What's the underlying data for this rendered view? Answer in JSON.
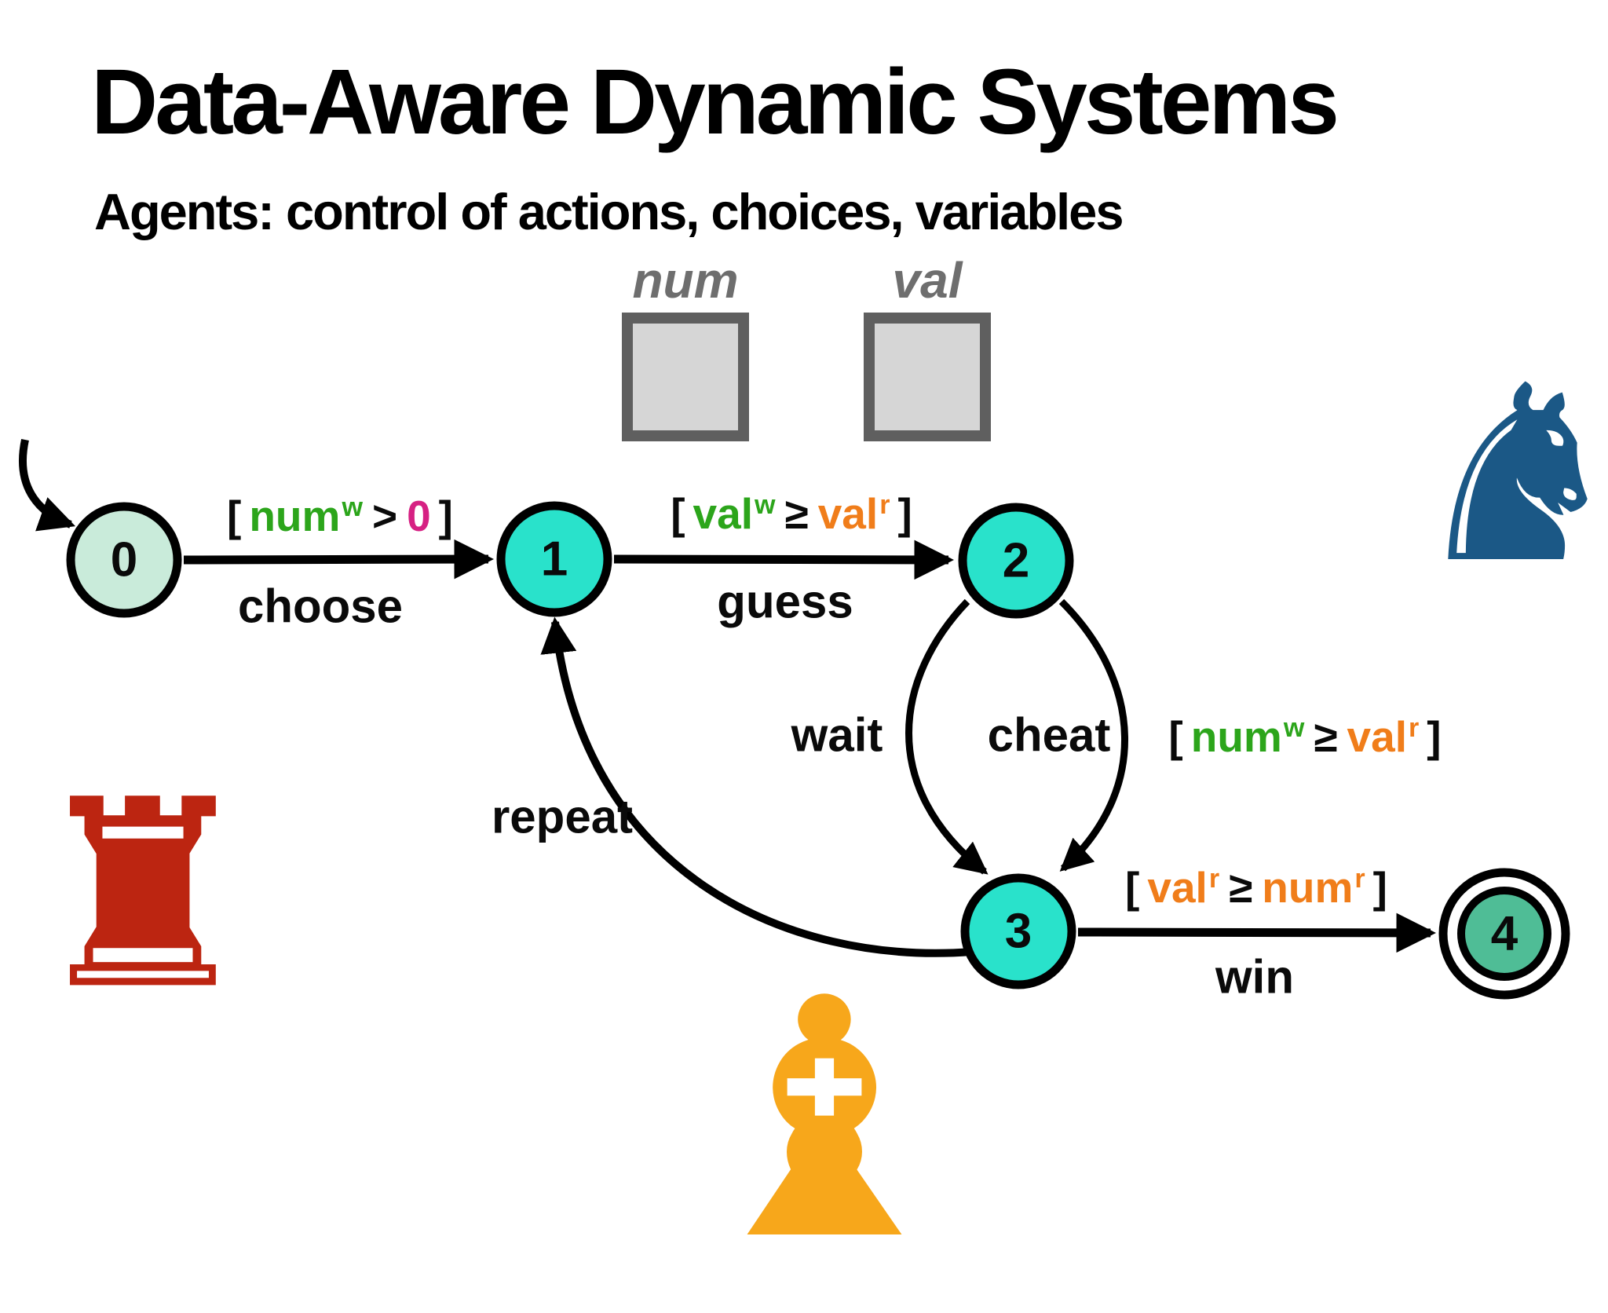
{
  "title": "Data-Aware Dynamic Systems",
  "subtitle": "Agents: control of actions, choices, variables",
  "variables": {
    "num": {
      "label": "num"
    },
    "val": {
      "label": "val"
    }
  },
  "states": {
    "s0": {
      "label": "0"
    },
    "s1": {
      "label": "1"
    },
    "s2": {
      "label": "2"
    },
    "s3": {
      "label": "3"
    },
    "s4": {
      "label": "4"
    }
  },
  "transitions": {
    "choose": {
      "action": "choose",
      "guard": {
        "open": "[",
        "lhs": "num",
        "lhs_sup": "w",
        "op": ">",
        "rhs": "0",
        "rhs_sup": "",
        "close": "]"
      }
    },
    "guess": {
      "action": "guess",
      "guard": {
        "open": "[",
        "lhs": "val",
        "lhs_sup": "w",
        "op": "≥",
        "rhs": "val",
        "rhs_sup": "r",
        "close": "]"
      }
    },
    "wait": {
      "action": "wait"
    },
    "cheat": {
      "action": "cheat",
      "guard": {
        "open": "[",
        "lhs": "num",
        "lhs_sup": "w",
        "op": "≥",
        "rhs": "val",
        "rhs_sup": "r",
        "close": "]"
      }
    },
    "repeat": {
      "action": "repeat"
    },
    "win": {
      "action": "win",
      "guard": {
        "open": "[",
        "lhs": "val",
        "lhs_sup": "r",
        "op": "≥",
        "rhs": "num",
        "rhs_sup": "r",
        "close": "]"
      }
    }
  },
  "chess_pieces": {
    "knight": {
      "glyph": "♞",
      "color": "#1B5886"
    },
    "rook": {
      "glyph": "♜",
      "color": "#BC2511"
    },
    "bishop": {
      "glyph": "♝",
      "color": "#F7A71B"
    }
  },
  "colors": {
    "guard_green": "#2CA51B",
    "guard_orange": "#F07D1A",
    "guard_magenta": "#D62183",
    "state_start_mint": "#C9EBDA",
    "state_turquoise": "#29E2CB",
    "state_final_green": "#4FBD96",
    "edge_black": "#000000",
    "var_label_gray": "#6E6E6E",
    "var_box_fill": "#D6D6D6",
    "var_box_border": "#5F5F5F"
  }
}
